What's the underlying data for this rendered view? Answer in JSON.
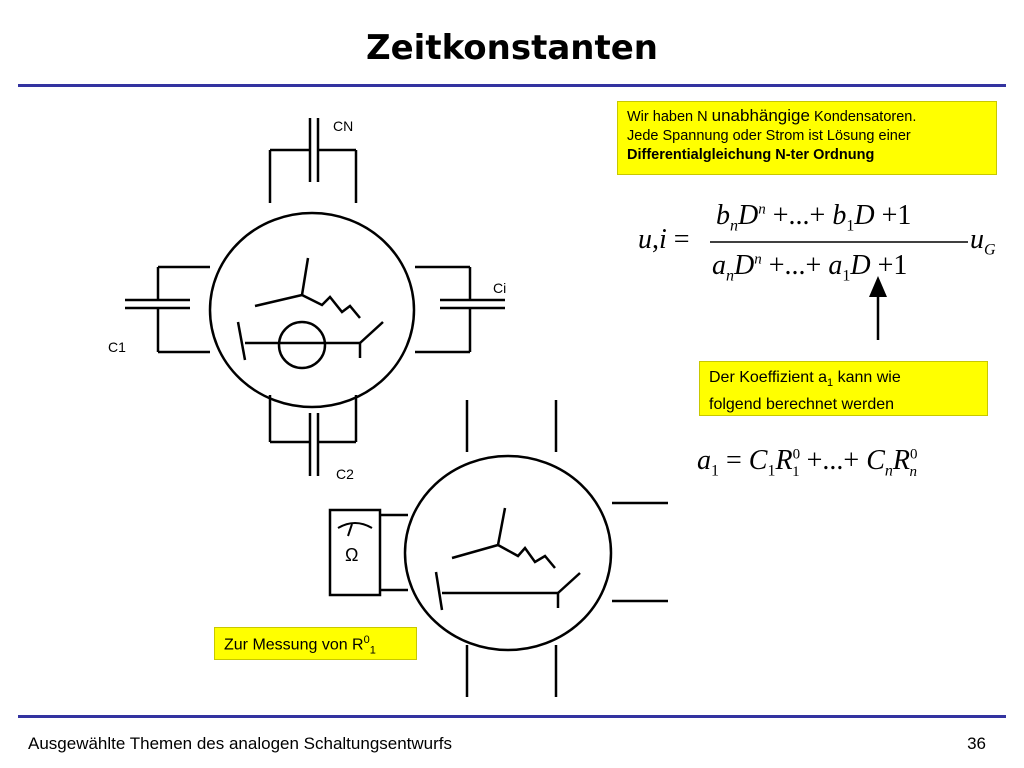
{
  "slide": {
    "title": "Zeitkonstanten",
    "footer_left": "Ausgewählte Themen des analogen Schaltungsentwurfs",
    "page_number": "36"
  },
  "diagram": {
    "labels": {
      "cn": "CN",
      "ci": "Ci",
      "c1": "C1",
      "c2": "C2",
      "omega": "Ω"
    }
  },
  "callouts": {
    "box1": {
      "line1_pre": "Wir haben N ",
      "line1_emph": "unabhängige",
      "line1_post": " Kondensatoren.",
      "line2": "Jede Spannung oder Strom ist Lösung einer",
      "line3": "Differentialgleichung N-ter Ordnung"
    },
    "box2": {
      "line1_pre": "Der Koeffizient a",
      "line1_sub": "1",
      "line1_post": " kann wie",
      "line2": "folgend berechnet werden"
    },
    "box3": {
      "text": "Zur Messung von R",
      "sup": "0",
      "sub": "1"
    }
  },
  "formulas": {
    "transfer": "u,i = (b_n D^n + ... + b_1 D + 1) / (a_n D^n + ... + a_1 D + 1) u_G",
    "coefficient": "a_1 = C_1 R^0_1 + ... + C_n R^0_n"
  }
}
